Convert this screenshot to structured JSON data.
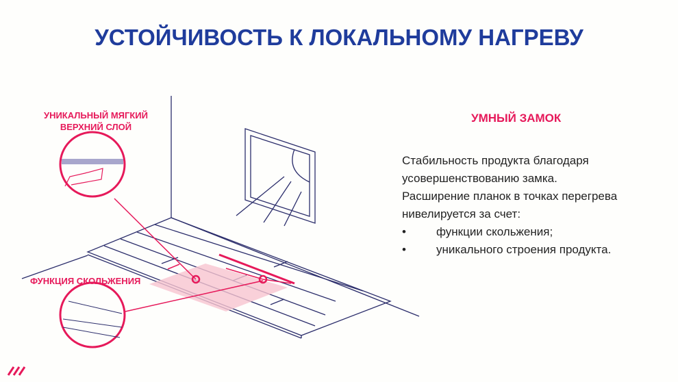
{
  "title": "УСТОЙЧИВОСТЬ К ЛОКАЛЬНОМУ НАГРЕВУ",
  "labels": {
    "soft_layer": "УНИКАЛЬНЫЙ МЯГКИЙ ВЕРХНИЙ СЛОЙ",
    "sliding": "ФУНКЦИЯ СКОЛЬЖЕНИЯ"
  },
  "right": {
    "subtitle": "УМНЫЙ ЗАМОК",
    "para1": "Стабильность продукта благодаря усовершенствованию  замка.",
    "para2": "Расширение планок в точках перегрева нивелируется за счет:",
    "bullets": [
      "функции скольжения;",
      "уникального строения продукта."
    ],
    "bullet_mark": "•"
  },
  "colors": {
    "title": "#1f3c9c",
    "accent": "#e6195a",
    "line": "#2b2d6b"
  }
}
